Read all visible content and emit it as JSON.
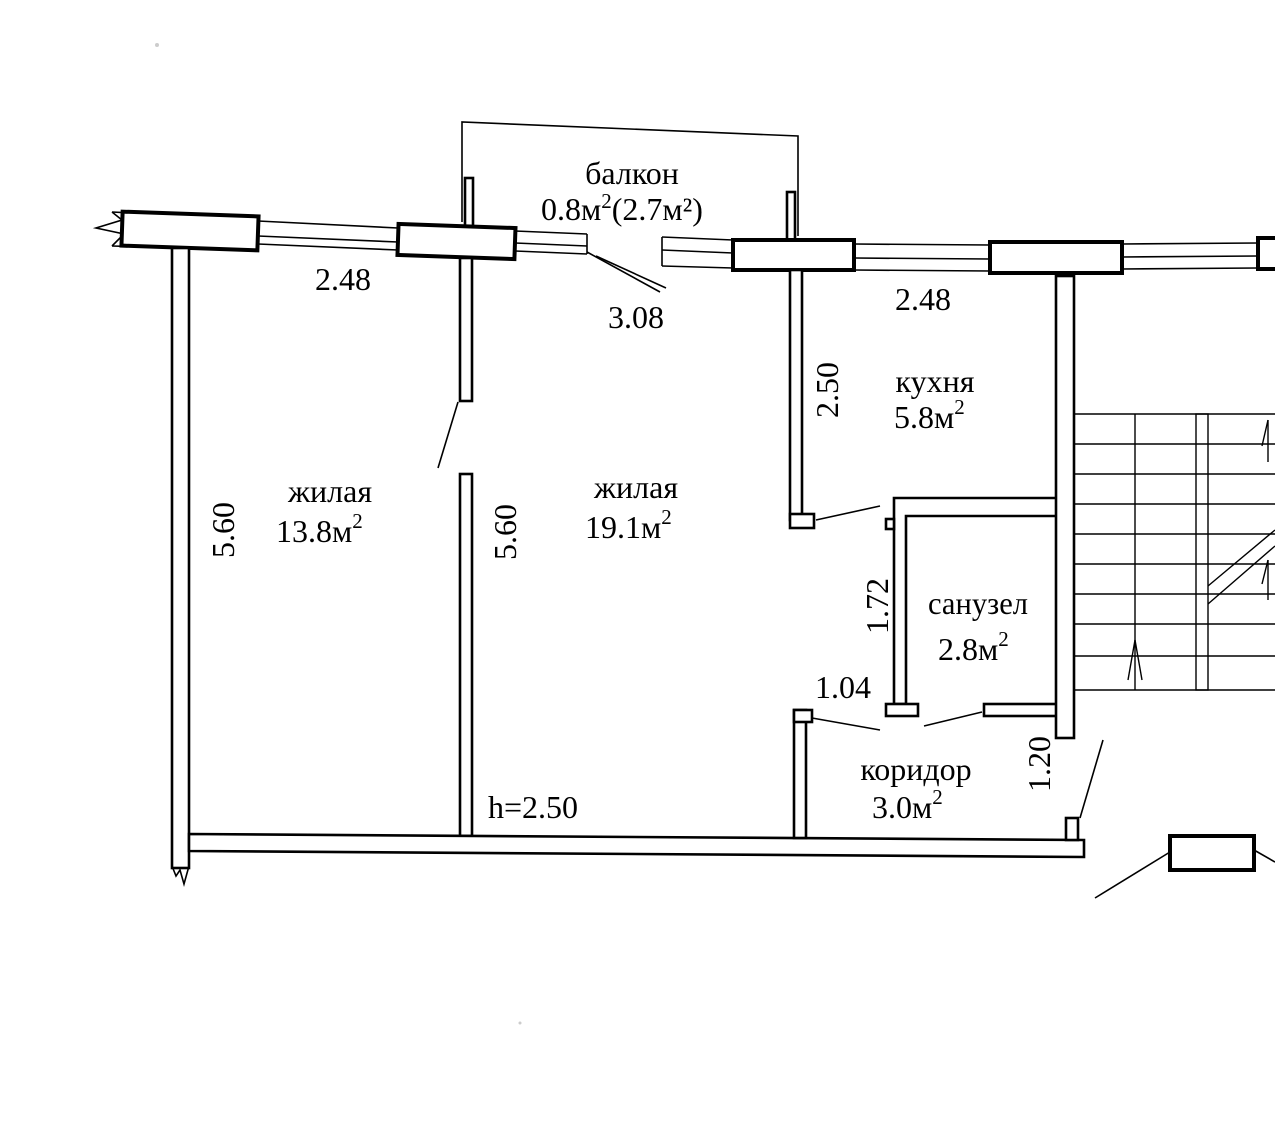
{
  "plan": {
    "balcony": {
      "name": "балкон",
      "area": "0.8м",
      "area_sup": "2",
      "area_extra": "(2.7м²)"
    },
    "room1": {
      "name": "жилая",
      "area": "13.8м",
      "area_sup": "2"
    },
    "room2": {
      "name": "жилая",
      "area": "19.1м",
      "area_sup": "2"
    },
    "kitchen": {
      "name": "кухня",
      "area": "5.8м",
      "area_sup": "2"
    },
    "bathroom": {
      "name": "санузел",
      "area": "2.8м",
      "area_sup": "2"
    },
    "corridor": {
      "name": "коридор",
      "area": "3.0м",
      "area_sup": "2"
    },
    "dimensions": {
      "room1_width": "2.48",
      "balcony_door": "3.08",
      "kitchen_width": "2.48",
      "room1_depth": "5.60",
      "room2_depth": "5.60",
      "kitchen_depth": "2.50",
      "bathroom_depth": "1.72",
      "bathroom_door": "1.04",
      "corridor_depth": "1.20",
      "ceiling_height": "h=2.50"
    }
  }
}
